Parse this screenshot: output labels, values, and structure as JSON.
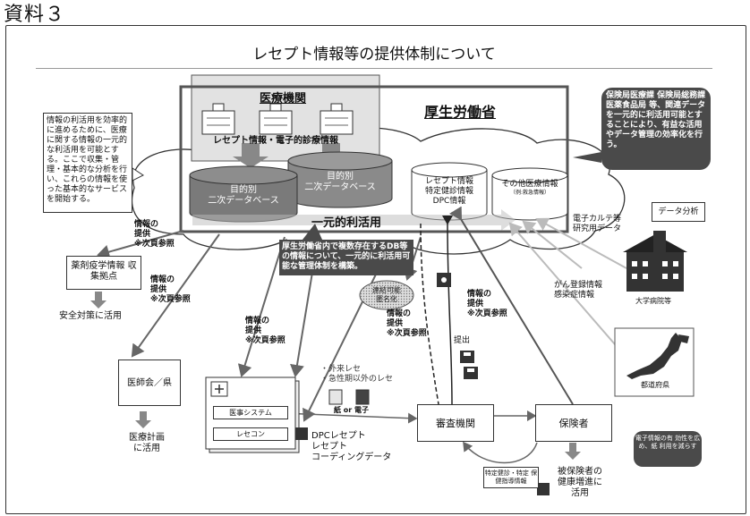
{
  "doc_label": "資料３",
  "title": "レセプト情報等の提供体制について",
  "iryo_kikan": {
    "label": "医療機関",
    "flow_label": "レセプト情報・電子的診療情報"
  },
  "kosei": {
    "label": "厚生労働省",
    "db_front": "目的別\n二次データベース",
    "db_back": "目的別\n二次データベース",
    "db_list": "レセプト情報\n特定健診情報\nDPC情報",
    "db_other": "その他医療情報",
    "db_other_sub": "（例:救急情報）",
    "unified_use": "一元的利活用"
  },
  "left_note": "情報の利活用を効率的に進めるために、医療に関する情報の一元的な利活用を可能とする。ここで収集・管理・基本的な分析を行い、これらの情報を使った基本的なサービスを開始する。",
  "right_note": "保険局医療課\n保険局総務課\n医薬食品局\n等、関連データを一元的に利活用可能とすることにより、有益な活用やデータ管理の効率化を行う。",
  "mid_note": "厚生労働省内で複数存在するDB等の情報について、一元的に利活用可能な管理体制を構築。",
  "provide_labels": {
    "p1": "情報の\n提供\n※次頁参照",
    "p2": "情報の\n提供\n※次頁参照",
    "p3": "情報の\n提供\n※次頁参照",
    "p4": "情報の\n提供\n※次頁参照",
    "p5": "情報の\n提供\n※次頁参照"
  },
  "yakuzai": {
    "box": "薬剤疫学情報\n収集拠点",
    "use": "安全対策に活用"
  },
  "ishikai": {
    "box": "医師会／県",
    "use": "医療計画\nに活用"
  },
  "hospital": {
    "system": "医事システム",
    "recon": "レセコン"
  },
  "paper_note": "・外来レセ\n・急性期以外のレセ",
  "paper_media": "紙 or 電子",
  "dpc": "DPCレセプト\nレセプト\nコーディングデータ",
  "renraku": "連結可能\n匿名化",
  "teishutsu": "提出",
  "shinsa": "審査機関",
  "hokensha": "保険者",
  "tokutei": "特定健診・特定\n保健指導情報",
  "hihoken_use": "被保険者の\n健康増進に\n活用",
  "data_analysis": "データ分析",
  "ehr": "電子カルテ等\n研究用データ",
  "cancer": "がん登録情報\n感染症情報",
  "univ": "大学病院等",
  "prefecture": "都道府県",
  "hokensha_note": "電子情報の有\n効性を広め、紙\n利用を減らす"
}
